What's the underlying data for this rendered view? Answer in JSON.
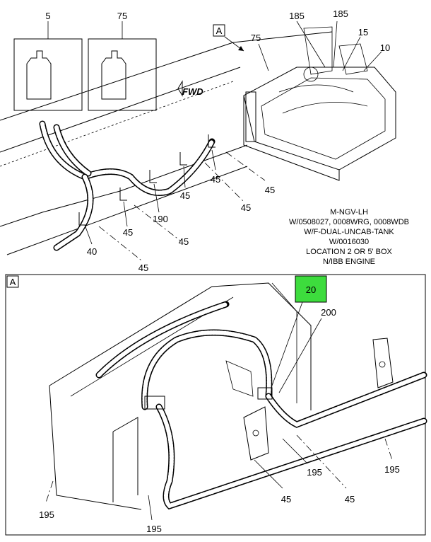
{
  "top_callouts": {
    "bottle_left": "5",
    "bottle_right": "75",
    "view_ref": "A",
    "c75_top": "75",
    "c185_a": "185",
    "c185_b": "185",
    "c15": "15",
    "c10": "10",
    "fwd": "FWD",
    "c45_a": "45",
    "c45_b": "45",
    "c45_c": "45",
    "c45_d": "45",
    "c45_e": "45",
    "c45_f": "45",
    "c190": "190",
    "c40": "40",
    "c45_g": "45"
  },
  "note_lines": [
    "M-NGV-LH",
    "W/0508027, 0008WRG, 0008WDB",
    "W/F-DUAL-UNCAB-TANK",
    "W/0016030",
    "LOCATION 2 OR 5' BOX",
    "N/IBB ENGINE"
  ],
  "detail": {
    "view_label": "A",
    "highlight_callout": "20",
    "highlight_color": "#3ddc3d",
    "c200": "200",
    "c195_a": "195",
    "c195_b": "195",
    "c195_c": "195",
    "c195_d": "195",
    "c45_a": "45",
    "c45_b": "45"
  }
}
